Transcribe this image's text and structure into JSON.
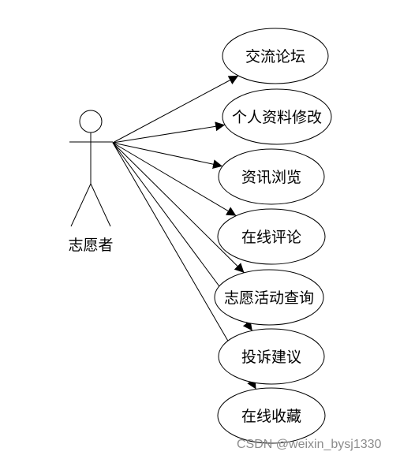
{
  "actor": {
    "label": "志愿者"
  },
  "use_cases": [
    {
      "label": "交流论坛"
    },
    {
      "label": "个人资料修改"
    },
    {
      "label": "资讯浏览"
    },
    {
      "label": "在线评论"
    },
    {
      "label": "志愿活动查询"
    },
    {
      "label": "投诉建议"
    },
    {
      "label": "在线收藏"
    }
  ],
  "watermark": "CSDN @weixin_bysj1330",
  "colors": {
    "line": "#000000",
    "background": "#ffffff",
    "watermark": "#8c8c8c"
  }
}
